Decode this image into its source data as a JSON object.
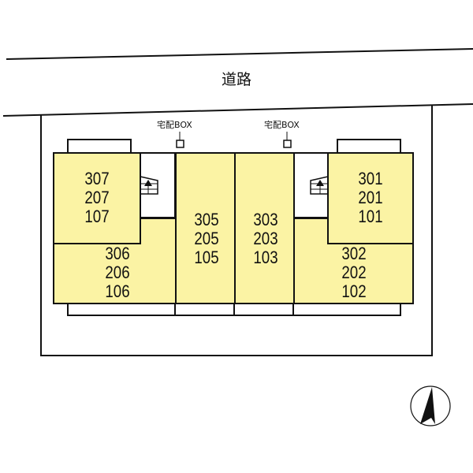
{
  "road": {
    "label": "道路"
  },
  "delivery_boxes": [
    {
      "label": "宅配BOX"
    },
    {
      "label": "宅配BOX"
    }
  ],
  "units": [
    {
      "id": "left-upper",
      "numbers": [
        "307",
        "207",
        "107"
      ]
    },
    {
      "id": "left-lower",
      "numbers": [
        "306",
        "206",
        "106"
      ]
    },
    {
      "id": "center-left",
      "numbers": [
        "305",
        "205",
        "105"
      ]
    },
    {
      "id": "center-right",
      "numbers": [
        "303",
        "203",
        "103"
      ]
    },
    {
      "id": "right-upper",
      "numbers": [
        "301",
        "201",
        "101"
      ]
    },
    {
      "id": "right-lower",
      "numbers": [
        "302",
        "202",
        "102"
      ]
    }
  ],
  "icons": {
    "stairs": "stairs-icon",
    "compass": "north-arrow-icon"
  },
  "colors": {
    "unit_fill": "#fbf3a4",
    "line": "#111111"
  }
}
